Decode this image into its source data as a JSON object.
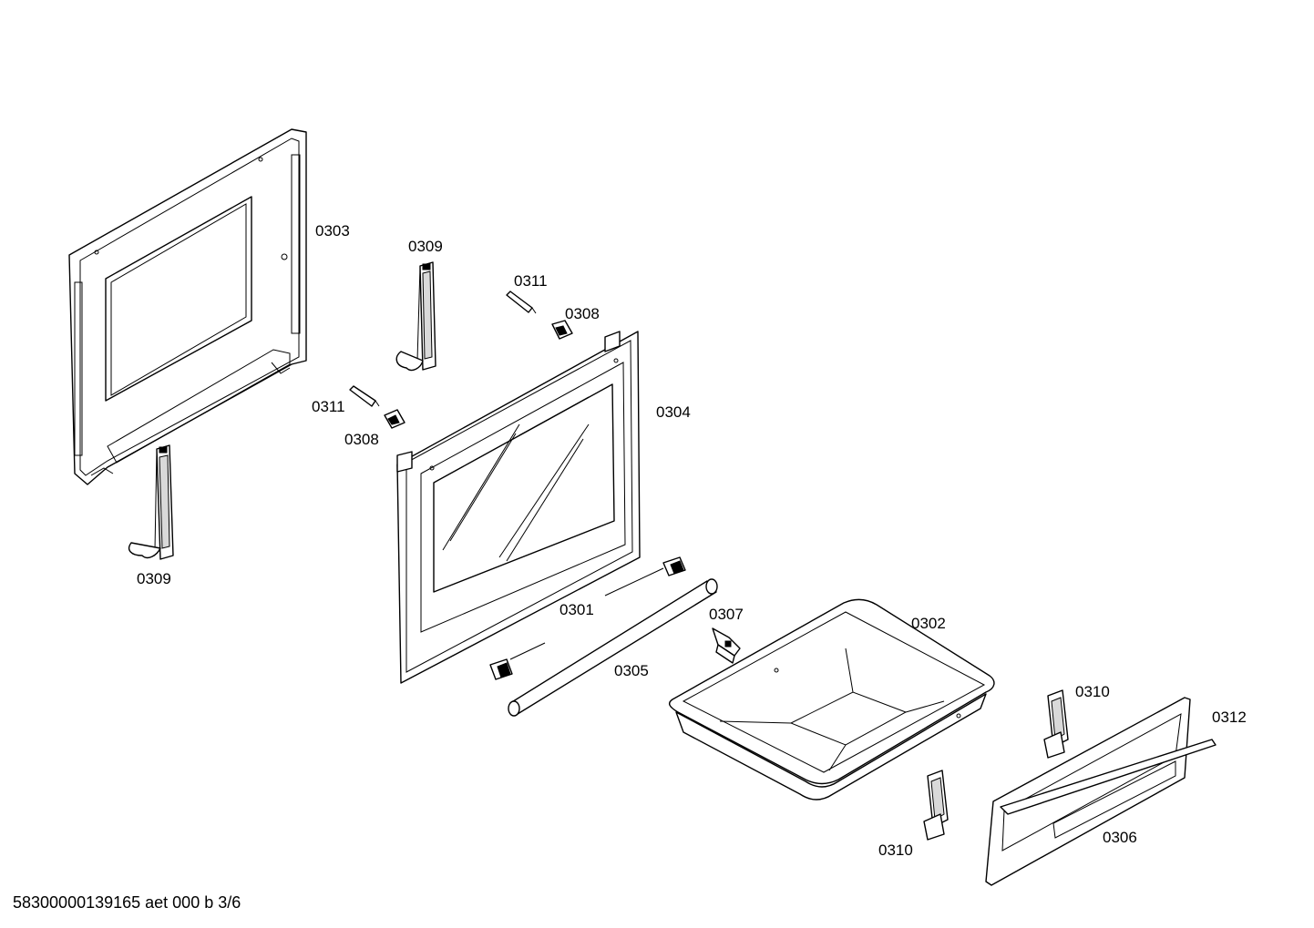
{
  "labels": {
    "p0301": "0301",
    "p0302": "0302",
    "p0303": "0303",
    "p0304": "0304",
    "p0305": "0305",
    "p0306": "0306",
    "p0307": "0307",
    "p0308_a": "0308",
    "p0308_b": "0308",
    "p0309_a": "0309",
    "p0309_b": "0309",
    "p0310_a": "0310",
    "p0310_b": "0310",
    "p0311_a": "0311",
    "p0311_b": "0311",
    "p0312": "0312"
  },
  "footer": {
    "code": "58300000139165 aet 000 b 3/6"
  }
}
